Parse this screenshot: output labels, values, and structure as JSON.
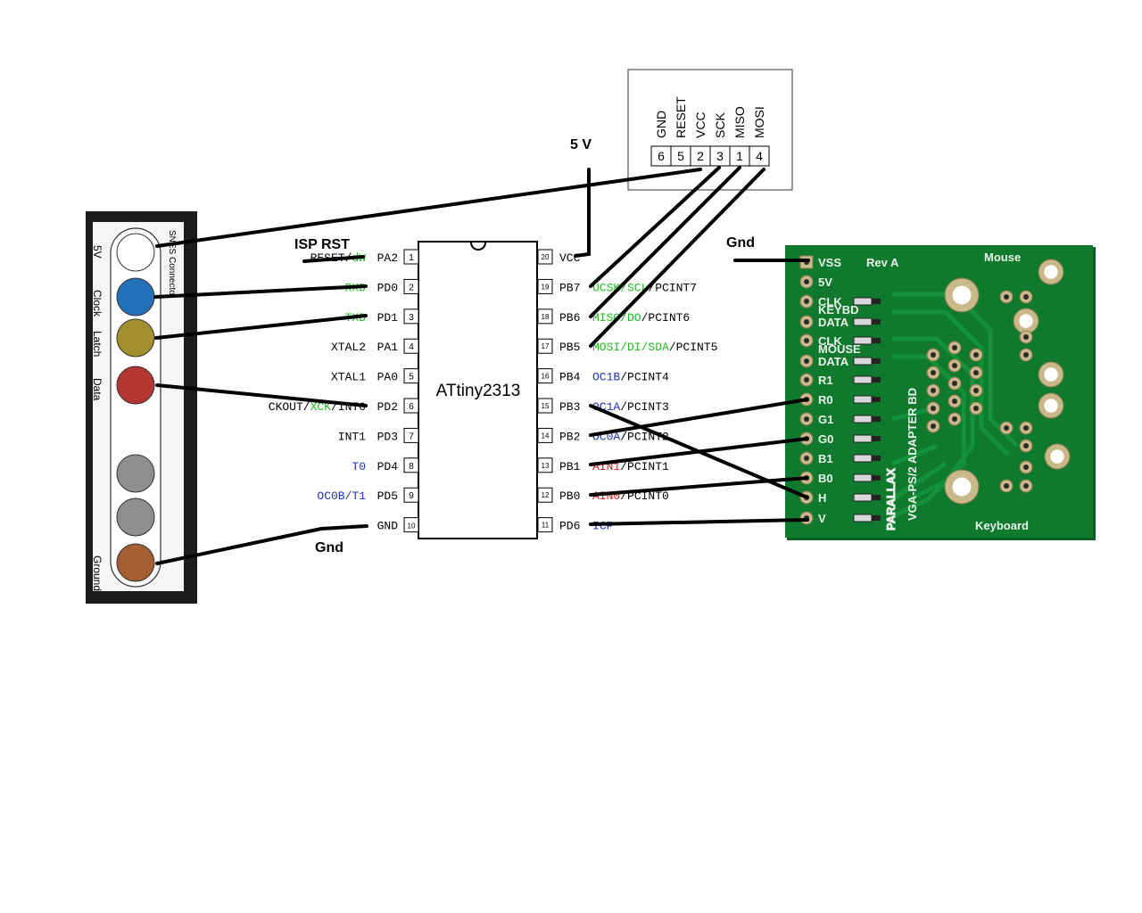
{
  "labels": {
    "five_v": "5 V",
    "isp_rst": "ISP RST",
    "gnd_top": "Gnd",
    "gnd_bottom": "Gnd"
  },
  "isp_header": {
    "names": [
      "GND",
      "RESET",
      "VCC",
      "SCK",
      "MISO",
      "MOSI"
    ],
    "numbers": [
      "6",
      "5",
      "2",
      "3",
      "1",
      "4"
    ]
  },
  "snes": {
    "title": "SNES Connector",
    "pins": [
      {
        "label": "5V",
        "color": "#ffffff"
      },
      {
        "label": "Clock",
        "color": "#2470b8"
      },
      {
        "label": "Latch",
        "color": "#a38f2c"
      },
      {
        "label": "Data",
        "color": "#b23632"
      },
      {
        "label": "",
        "color": "#8e8e8e"
      },
      {
        "label": "",
        "color": "#8e8e8e"
      },
      {
        "label": "Ground",
        "color": "#a65e35"
      }
    ]
  },
  "chip": {
    "name": "ATtiny2313",
    "left_pins": [
      {
        "num": "1",
        "port": "PA2",
        "func": [
          {
            "t": "RESET/",
            "c": "#000000"
          },
          {
            "t": "dW",
            "c": "#22bb22"
          }
        ]
      },
      {
        "num": "2",
        "port": "PD0",
        "func": [
          {
            "t": "RXD",
            "c": "#22bb22"
          }
        ]
      },
      {
        "num": "3",
        "port": "PD1",
        "func": [
          {
            "t": "TXD",
            "c": "#22bb22"
          }
        ]
      },
      {
        "num": "4",
        "port": "PA1",
        "func": [
          {
            "t": "XTAL2",
            "c": "#000000"
          }
        ]
      },
      {
        "num": "5",
        "port": "PA0",
        "func": [
          {
            "t": "XTAL1",
            "c": "#000000"
          }
        ]
      },
      {
        "num": "6",
        "port": "PD2",
        "func": [
          {
            "t": "CKOUT/",
            "c": "#000000"
          },
          {
            "t": "XCK",
            "c": "#22bb22"
          },
          {
            "t": "/INT0",
            "c": "#000000"
          }
        ]
      },
      {
        "num": "7",
        "port": "PD3",
        "func": [
          {
            "t": "INT1",
            "c": "#000000"
          }
        ]
      },
      {
        "num": "8",
        "port": "PD4",
        "func": [
          {
            "t": "T0",
            "c": "#2233bb"
          }
        ]
      },
      {
        "num": "9",
        "port": "PD5",
        "func": [
          {
            "t": "OC0B/T1",
            "c": "#2233bb"
          }
        ]
      },
      {
        "num": "10",
        "port": "GND",
        "func": []
      }
    ],
    "right_pins": [
      {
        "num": "20",
        "port": "VCC",
        "func": []
      },
      {
        "num": "19",
        "port": "PB7",
        "func": [
          {
            "t": "UCSK/SCL",
            "c": "#22bb22"
          },
          {
            "t": "/PCINT7",
            "c": "#000000"
          }
        ]
      },
      {
        "num": "18",
        "port": "PB6",
        "func": [
          {
            "t": "MISO/DO",
            "c": "#22bb22"
          },
          {
            "t": "/PCINT6",
            "c": "#000000"
          }
        ]
      },
      {
        "num": "17",
        "port": "PB5",
        "func": [
          {
            "t": "MOSI/DI/SDA",
            "c": "#22bb22"
          },
          {
            "t": "/PCINT5",
            "c": "#000000"
          }
        ]
      },
      {
        "num": "16",
        "port": "PB4",
        "func": [
          {
            "t": "OC1B",
            "c": "#2233bb"
          },
          {
            "t": "/PCINT4",
            "c": "#000000"
          }
        ]
      },
      {
        "num": "15",
        "port": "PB3",
        "func": [
          {
            "t": "OC1A",
            "c": "#2233bb"
          },
          {
            "t": "/PCINT3",
            "c": "#000000"
          }
        ]
      },
      {
        "num": "14",
        "port": "PB2",
        "func": [
          {
            "t": "OC0A",
            "c": "#2233bb"
          },
          {
            "t": "/PCINT2",
            "c": "#000000"
          }
        ]
      },
      {
        "num": "13",
        "port": "PB1",
        "func": [
          {
            "t": "AIN1",
            "c": "#cc2222"
          },
          {
            "t": "/PCINT1",
            "c": "#000000"
          }
        ]
      },
      {
        "num": "12",
        "port": "PB0",
        "func": [
          {
            "t": "AIN0",
            "c": "#cc2222"
          },
          {
            "t": "/PCINT0",
            "c": "#000000"
          }
        ]
      },
      {
        "num": "11",
        "port": "PD6",
        "func": [
          {
            "t": "ICP",
            "c": "#2233bb"
          }
        ]
      }
    ]
  },
  "board": {
    "pins": [
      "VSS",
      "5V",
      "CLK",
      "DATA",
      "CLK",
      "DATA",
      "R1",
      "R0",
      "G1",
      "G0",
      "B1",
      "B0",
      "H",
      "V"
    ],
    "sub_labels": [
      "KEYBD",
      "MOUSE"
    ],
    "rev": "Rev A",
    "mouse": "Mouse",
    "keyboard": "Keyboard",
    "logo": "PARALLAX",
    "title": "VGA-PS/2 ADAPTER BD",
    "colors": {
      "pcb": "#0f7a2e",
      "pcb_edge": "#0b5f22",
      "pad": "#c9b98a"
    }
  }
}
